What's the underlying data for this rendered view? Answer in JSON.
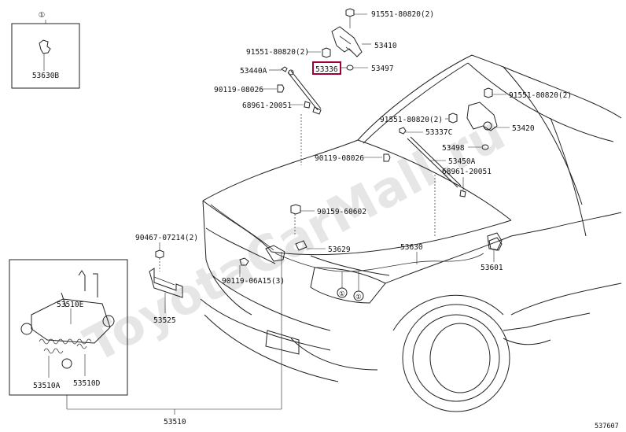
{
  "watermark": "ToyotaCarMall.ru",
  "diagram_id": "537607",
  "highlight_color": "#a0003a",
  "inset_callout": {
    "marker": "①",
    "part": "53630B"
  },
  "labels": {
    "p91551_top": "91551-80820(2)",
    "p91551_left": "91551-80820(2)",
    "p53410": "53410",
    "p53336": "53336",
    "p53497": "53497",
    "p53440A": "53440A",
    "p90119_a": "90119-08026",
    "p68961_a": "68961-20051",
    "p91551_right": "91551-80820(2)",
    "p91551_mid": "91551-80820(2)",
    "p53420": "53420",
    "p53337C": "53337C",
    "p53498": "53498",
    "p90119_b": "90119-08026",
    "p53450A": "53450A",
    "p68961_b": "68961-20051",
    "p90159": "90159-60602",
    "p90467": "90467-07214(2)",
    "p53629": "53629",
    "p53630": "53630",
    "p53601": "53601",
    "p90119_c": "90119-06A15(3)",
    "p53525": "53525",
    "p53510E": "53510E",
    "p53510A": "53510A",
    "p53510D": "53510D",
    "p53510": "53510"
  },
  "circle_markers": [
    "①",
    "①"
  ]
}
